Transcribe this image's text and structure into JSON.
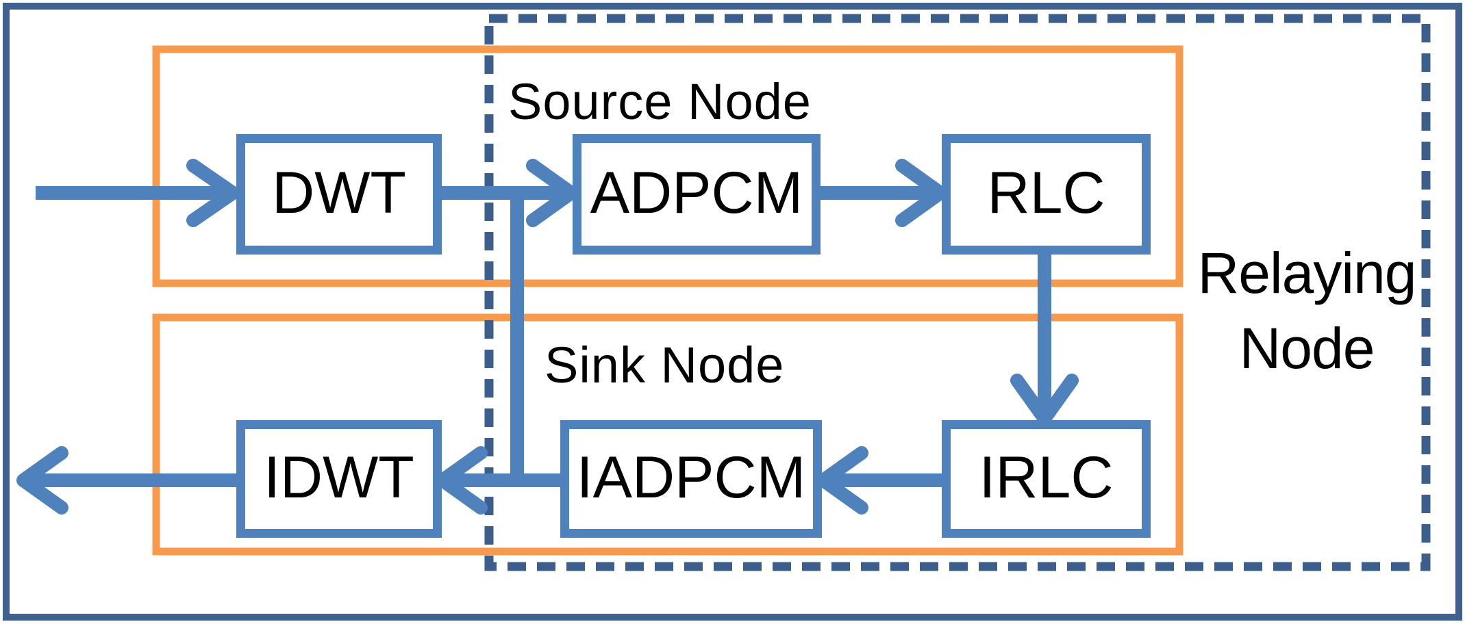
{
  "groups": {
    "source": {
      "label": "Source Node"
    },
    "sink": {
      "label": "Sink Node"
    },
    "relaying": {
      "line1": "Relaying",
      "line2": "Node"
    }
  },
  "boxes": {
    "dwt": {
      "label": "DWT"
    },
    "adpcm": {
      "label": "ADPCM"
    },
    "rlc": {
      "label": "RLC"
    },
    "idwt": {
      "label": "IDWT"
    },
    "iadpcm": {
      "label": "IADPCM"
    },
    "irlc": {
      "label": "IRLC"
    }
  },
  "arrows": [
    {
      "from": "input",
      "to": "DWT"
    },
    {
      "from": "DWT",
      "to": "ADPCM"
    },
    {
      "from": "ADPCM",
      "to": "RLC"
    },
    {
      "from": "RLC",
      "to": "IRLC"
    },
    {
      "from": "IRLC",
      "to": "IADPCM"
    },
    {
      "from": "DWT",
      "to": "IDWT"
    },
    {
      "from": "IADPCM",
      "to": "IDWT"
    },
    {
      "from": "IDWT",
      "to": "output"
    }
  ],
  "colors": {
    "line_blue": "#4f81bd",
    "group_orange": "#f79a4b",
    "dashed_border_blue": "#3b5e8c",
    "outer_border_blue": "#40618f",
    "text": "#000000",
    "background": "#ffffff"
  }
}
